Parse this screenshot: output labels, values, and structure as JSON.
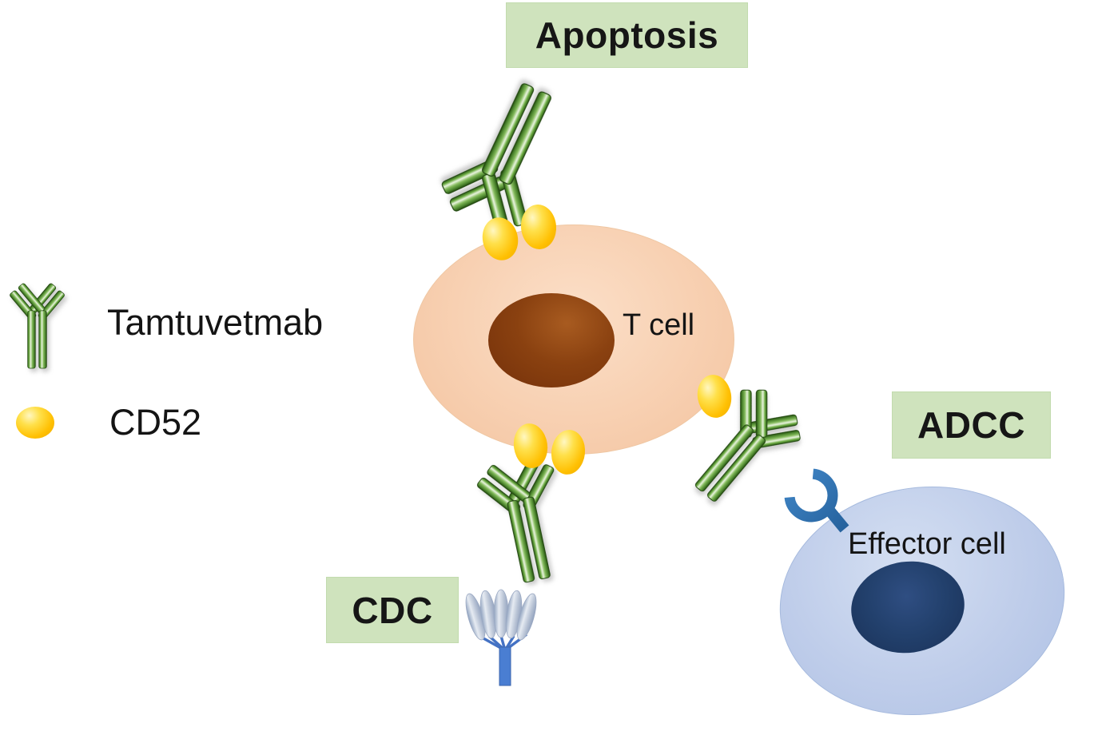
{
  "diagram": {
    "title_boxes": {
      "apoptosis": "Apoptosis",
      "adcc": "ADCC",
      "cdc": "CDC"
    },
    "cells": {
      "t_cell": "T cell",
      "effector_cell": "Effector cell"
    },
    "legend": {
      "antibody_label": "Tamtuvetmab",
      "antigen_label": "CD52"
    },
    "colors": {
      "label_box_bg": "#cfe3bd",
      "label_text": "#161616",
      "t_cell_body": "#f7d0b2",
      "t_cell_nucleus": "#84390c",
      "effector_cell_body": "#bfcdea",
      "effector_cell_nucleus": "#203c66",
      "antibody_green": "#67a83c",
      "antibody_green_dark": "#2a541a",
      "cd52_gold": "#ffc000",
      "fc_receptor_blue": "#2e75b6",
      "complement_stalk_blue": "#4472c4",
      "complement_petal_gray": "#b7c2d4"
    }
  }
}
